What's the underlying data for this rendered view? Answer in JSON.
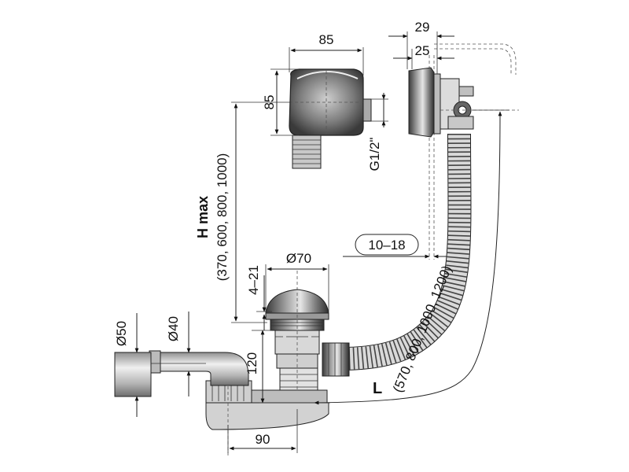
{
  "labels": {
    "overflow_width": "85",
    "overflow_height": "85",
    "thread": "G1/2\"",
    "depth_29": "29",
    "depth_25": "25",
    "wall_range": "10–18",
    "plug_diameter": "Ø70",
    "plug_travel": "4–21",
    "h_max_title": "H max",
    "h_max_values": "(370, 600, 800, 1000)",
    "pipe_d50": "Ø50",
    "pipe_d40": "Ø40",
    "height_120": "120",
    "width_90": "90",
    "l_title": "L",
    "l_values": "(570, 800, 1000, 1200)"
  },
  "colors": {
    "line": "#222222",
    "metal_dark": "#5a5a5a",
    "metal_light": "#d6d6d6",
    "plastic": "#bfbfbf"
  }
}
